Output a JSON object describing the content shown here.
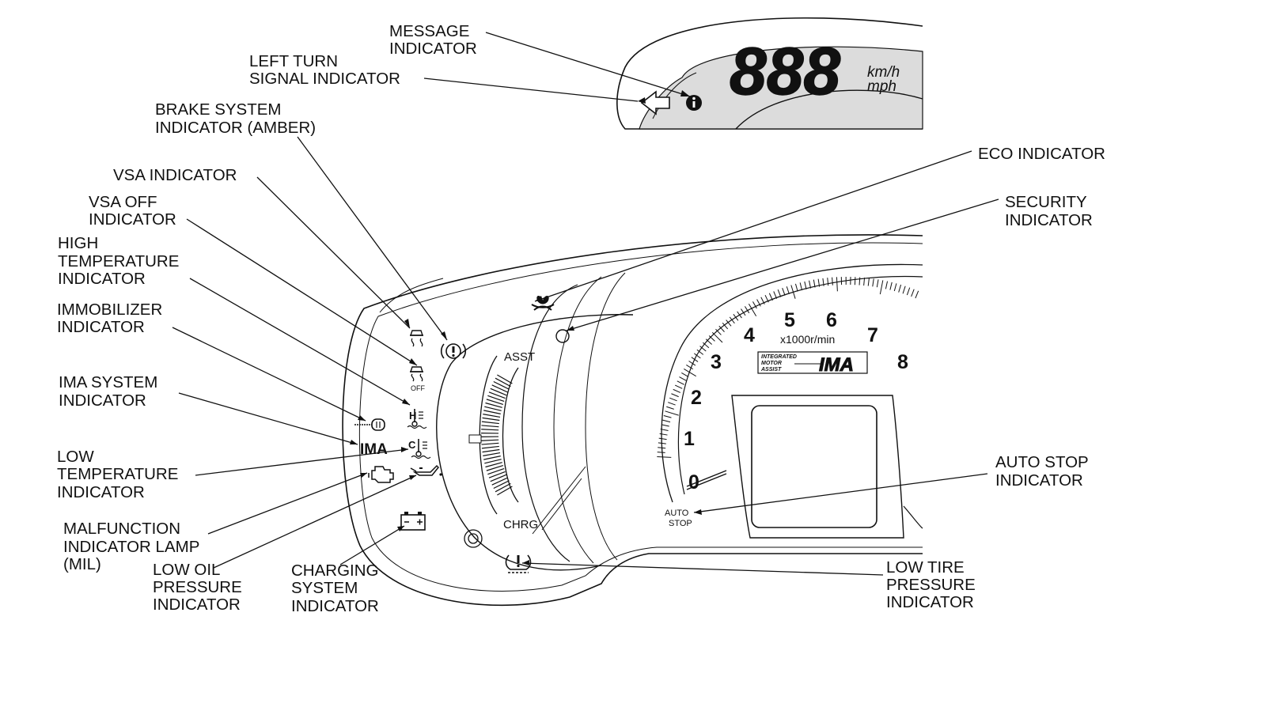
{
  "display": {
    "digits": "888",
    "units": [
      "km/h",
      "mph"
    ]
  },
  "gauge": {
    "asst_label": "ASST",
    "chrg_label": "CHRG",
    "rpm_ticks": [
      "0",
      "1",
      "2",
      "3",
      "4",
      "5",
      "6",
      "7",
      "8"
    ],
    "rpm_unit": "x1000r/min",
    "ima_badge": "IMA",
    "ima_badge_small": [
      "INTEGRATED",
      "MOTOR",
      "ASSIST"
    ],
    "auto_stop": [
      "AUTO",
      "STOP"
    ],
    "ima_lamp_text": "IMA",
    "vsa_off_text": "OFF"
  },
  "callouts": {
    "message": [
      "MESSAGE",
      "INDICATOR"
    ],
    "left_turn": [
      "LEFT TURN",
      "SIGNAL INDICATOR"
    ],
    "brake_system": [
      "BRAKE SYSTEM",
      "INDICATOR (AMBER)"
    ],
    "vsa": [
      "VSA INDICATOR"
    ],
    "vsa_off": [
      "VSA OFF",
      "INDICATOR"
    ],
    "high_temp": [
      "HIGH",
      "TEMPERATURE",
      "INDICATOR"
    ],
    "immobilizer": [
      "IMMOBILIZER",
      "INDICATOR"
    ],
    "ima_system": [
      "IMA SYSTEM",
      "INDICATOR"
    ],
    "low_temp": [
      "LOW",
      "TEMPERATURE",
      "INDICATOR"
    ],
    "mil": [
      "MALFUNCTION",
      "INDICATOR LAMP",
      "(MIL)"
    ],
    "low_oil": [
      "LOW OIL",
      "PRESSURE",
      "INDICATOR"
    ],
    "charging": [
      "CHARGING",
      "SYSTEM",
      "INDICATOR"
    ],
    "eco": [
      "ECO INDICATOR"
    ],
    "security": [
      "SECURITY",
      "INDICATOR"
    ],
    "auto_stop": [
      "AUTO STOP",
      "INDICATOR"
    ],
    "low_tire": [
      "LOW TIRE",
      "PRESSURE",
      "INDICATOR"
    ]
  }
}
